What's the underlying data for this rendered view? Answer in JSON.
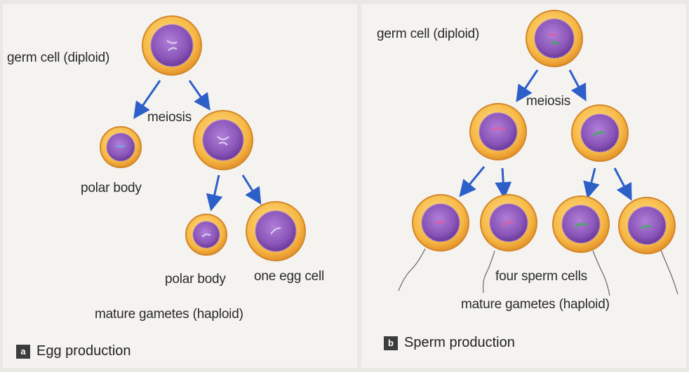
{
  "panel_a": {
    "germ_cell_label": "germ cell (diploid)",
    "meiosis_label": "meiosis",
    "polar_body_1_label": "polar body",
    "polar_body_2_label": "polar body",
    "egg_cell_label": "one egg cell",
    "mature_label": "mature gametes (haploid)",
    "badge": "a",
    "caption": "Egg production"
  },
  "panel_b": {
    "germ_cell_label": "germ cell (diploid)",
    "meiosis_label": "meiosis",
    "sperm_label": "four sperm cells",
    "mature_label": "mature gametes (haploid)",
    "badge": "b",
    "caption": "Sperm production"
  },
  "colors": {
    "cell_outer": "#f2a93a",
    "cell_ring": "#f8d36a",
    "nucleus": "#8a55b8",
    "arrow": "#2d5fc9",
    "chromosome_pink": "#e05aa0",
    "chromosome_green": "#3fae5a"
  }
}
